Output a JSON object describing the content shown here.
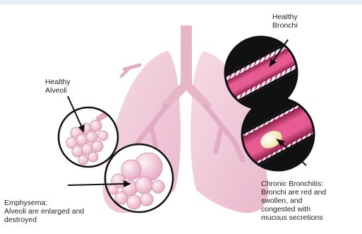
{
  "labels": {
    "healthy_bronchi": [
      "Healthy",
      "Bronchi"
    ],
    "healthy_alveoli": [
      "Healthy",
      "Alveoli"
    ],
    "emphysema": [
      "Emphysema:",
      "Alveoli are enlarged and",
      "destroyed"
    ],
    "chronic_bronchitis": [
      "Chronic Bronchitis:",
      "Bronchi are red and",
      "swollen, and",
      "congested with",
      "mucous secretions"
    ]
  },
  "colors": {
    "lung_fill": "#efc9d8",
    "lung_dark": "#d9a1b8",
    "trachea": "#e8b7cb",
    "alveoli_fill": "#f1c4d6",
    "bronchus_wall": "#cf3f7b",
    "bronchus_lumen": "#e86b9c",
    "mucus": "#fff8cf",
    "outline": "#111111"
  }
}
